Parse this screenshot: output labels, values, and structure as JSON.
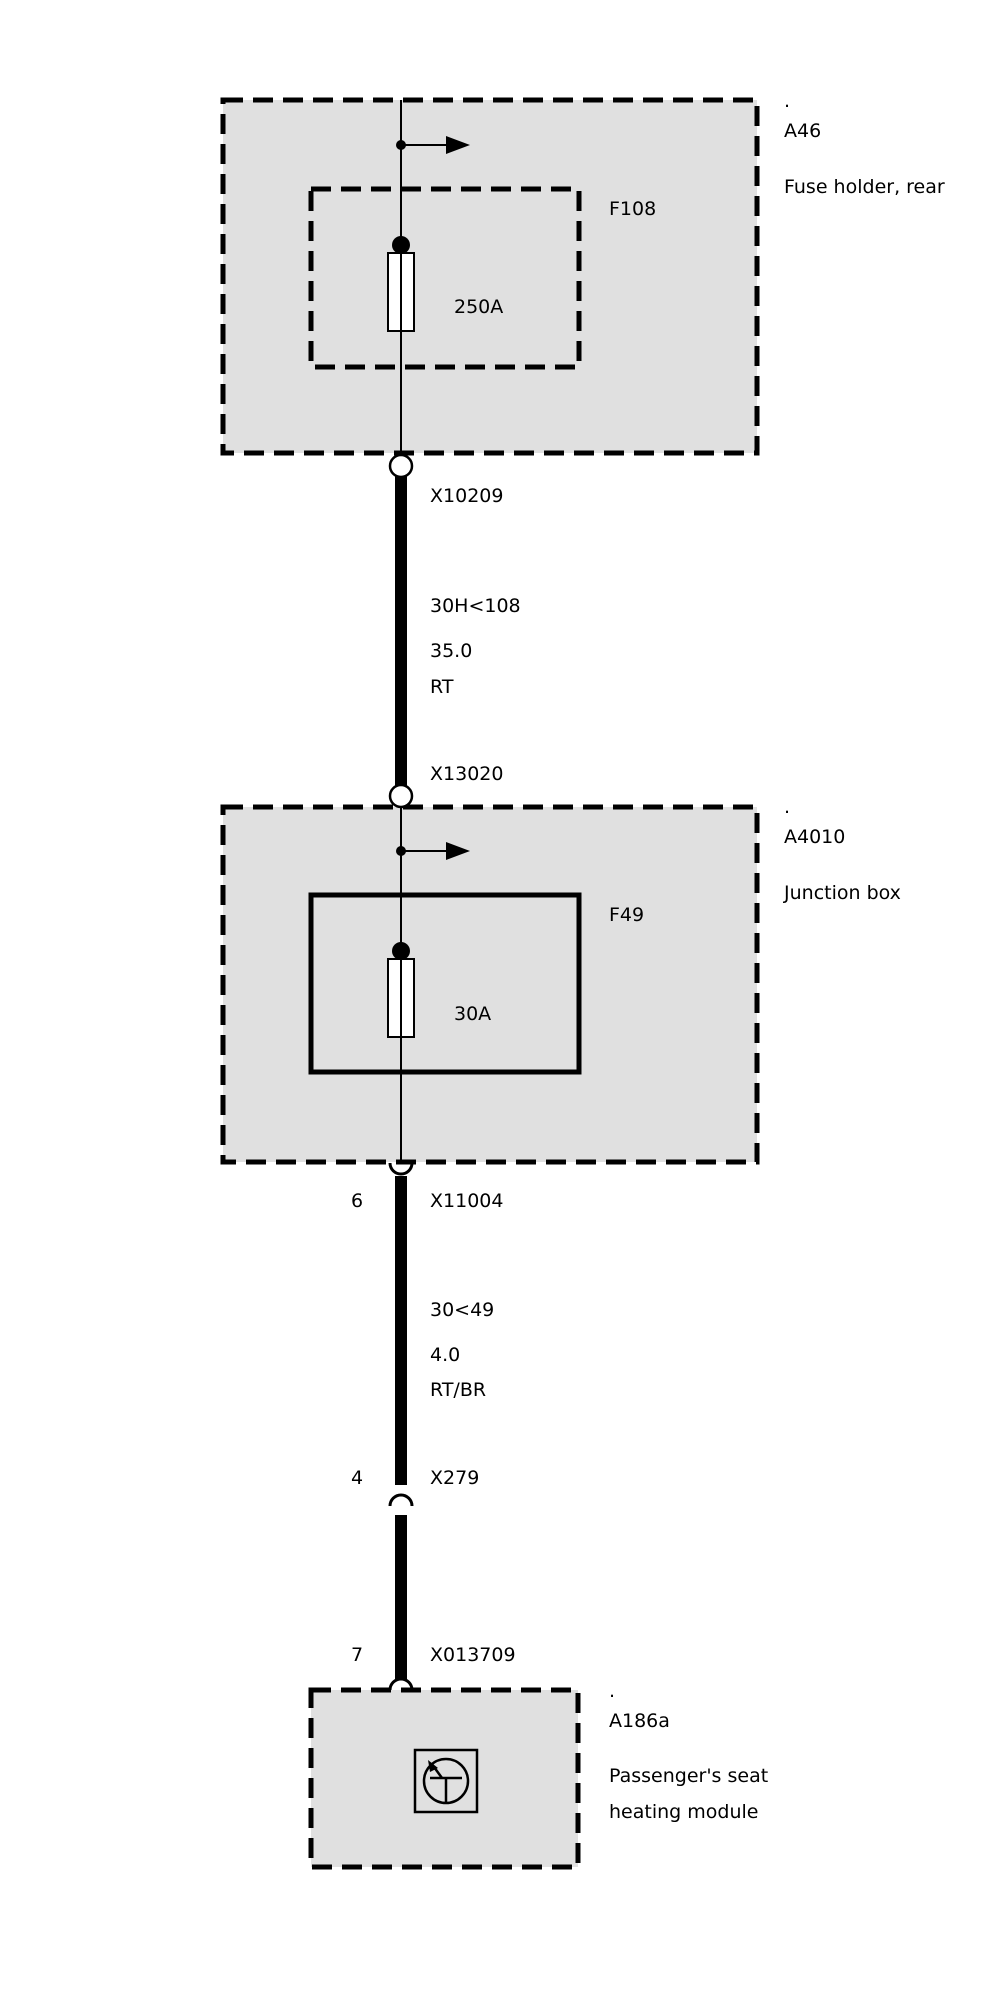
{
  "colors": {
    "line": "#000000",
    "module_fill": "#e0e0e0",
    "background": "#ffffff"
  },
  "modules": {
    "a46": {
      "dot": ".",
      "code": "A46",
      "name": "Fuse holder, rear"
    },
    "a4010": {
      "dot": ".",
      "code": "A4010",
      "name": "Junction box"
    },
    "a186a": {
      "dot": ".",
      "code": "A186a",
      "name_line1": "Passenger's seat",
      "name_line2": "heating module"
    }
  },
  "fuses": {
    "f108": {
      "code": "F108",
      "rating": "250A"
    },
    "f49": {
      "code": "F49",
      "rating": "30A"
    }
  },
  "connectors": {
    "x10209": {
      "code": "X10209"
    },
    "x13020": {
      "code": "X13020"
    },
    "x11004": {
      "code": "X11004",
      "pin": "6"
    },
    "x279": {
      "code": "X279",
      "pin": "4"
    },
    "x013709": {
      "code": "X013709",
      "pin": "7"
    }
  },
  "wires": {
    "wire1": {
      "signal": "30H<108",
      "cross_section": "35.0",
      "color": "RT"
    },
    "wire2": {
      "signal": "30<49",
      "cross_section": "4.0",
      "color": "RT/BR"
    }
  },
  "icons": {
    "tap_arrow": "arrow-right-icon",
    "fuse": "fuse-icon",
    "transistor": "transistor-icon"
  }
}
